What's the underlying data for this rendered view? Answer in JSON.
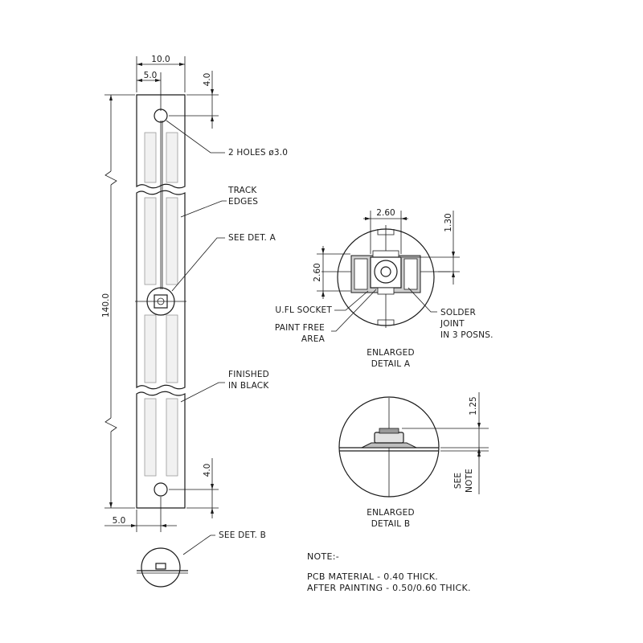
{
  "dimensions": {
    "overall_width": "10.0",
    "half_width": "5.0",
    "hole_offset_top": "4.0",
    "length": "140.0",
    "hole_offset_bottom": "4.0",
    "hole_offset_side": "5.0",
    "detail_a_width": "2.60",
    "detail_a_top": "1.30",
    "detail_a_height": "2.60",
    "detail_b_height": "1.25"
  },
  "labels": {
    "holes": "2 HOLES ø3.0",
    "track_edges_1": "TRACK",
    "track_edges_2": "EDGES",
    "see_det_a": "SEE DET. A",
    "finished_1": "FINISHED",
    "finished_2": "IN BLACK",
    "see_det_b": "SEE DET. B",
    "ufl_socket": "U.FL SOCKET",
    "paint_free_1": "PAINT FREE",
    "paint_free_2": "AREA",
    "solder_1": "SOLDER",
    "solder_2": "JOINT",
    "solder_3": "IN 3 POSNS.",
    "detail_a_1": "ENLARGED",
    "detail_a_2": "DETAIL A",
    "detail_b_1": "ENLARGED",
    "detail_b_2": "DETAIL B",
    "see_note_1": "SEE",
    "see_note_2": "NOTE"
  },
  "note": {
    "heading": "NOTE:-",
    "line1": "PCB MATERIAL - 0.40 THICK.",
    "line2": "AFTER PAINTING - 0.50/0.60 THICK."
  }
}
